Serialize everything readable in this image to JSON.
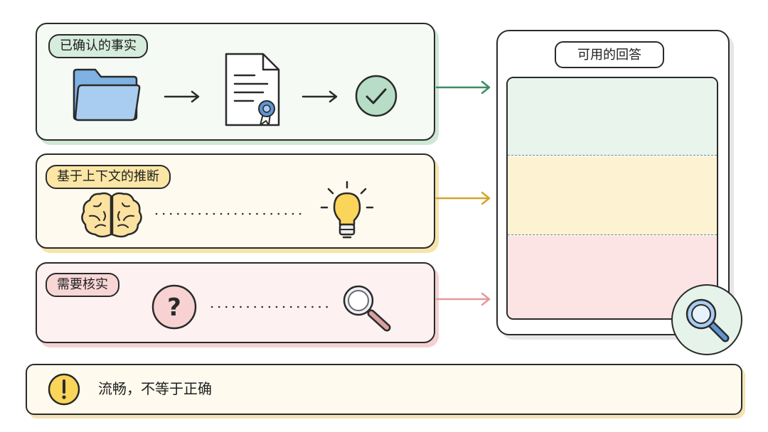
{
  "panels": {
    "confirmed": {
      "tag": "已确认的事实"
    },
    "inference": {
      "tag": "基于上下文的推断"
    },
    "verify": {
      "tag": "需要核实"
    }
  },
  "answer": {
    "title": "可用的回答"
  },
  "warning": {
    "text": "流畅，不等于正确"
  },
  "icons": {
    "confirmed": [
      "folder-icon",
      "arrow-right-icon",
      "certificate-document-icon",
      "arrow-right-icon",
      "check-circle-icon"
    ],
    "inference": [
      "brain-icon",
      "dotted-line",
      "lightbulb-icon"
    ],
    "verify": [
      "question-circle-icon",
      "dotted-line",
      "magnifier-icon"
    ],
    "answer": [
      "magnifier-icon"
    ],
    "warning": [
      "exclamation-circle-icon"
    ]
  },
  "colors": {
    "green": "#3f8a66",
    "yellow": "#d4a52a",
    "pink": "#e39a9a",
    "outline": "#2a2a2a"
  }
}
